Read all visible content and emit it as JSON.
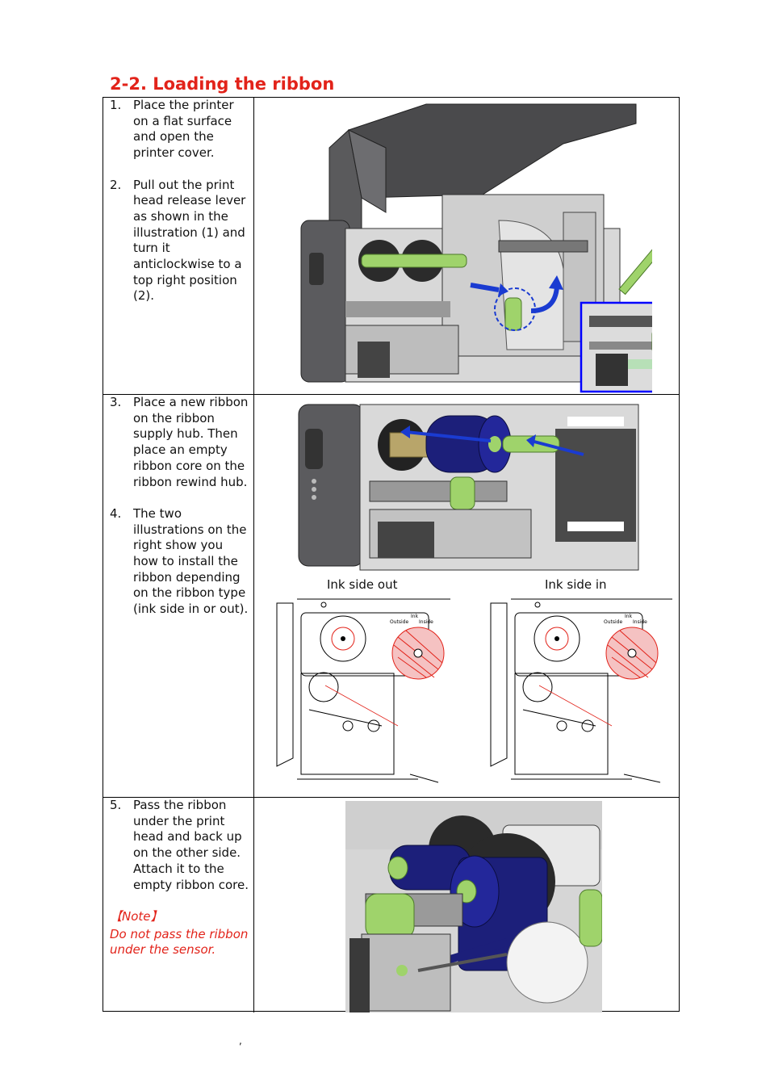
{
  "title": "2-2. Loading the ribbon",
  "row1": {
    "steps": [
      {
        "num": "1.",
        "text": "Place the printer on a flat surface and open the printer cover."
      },
      {
        "num": "2.",
        "text": "Pull out the print head release lever as shown in the illustration (1) and turn it anticlockwise to a top right position (2)."
      }
    ]
  },
  "row2": {
    "steps": [
      {
        "num": "3.",
        "text": "Place a new ribbon on the ribbon supply hub. Then place an empty ribbon core on the ribbon rewind hub."
      },
      {
        "num": "4.",
        "text": "The two illustrations on the right show you how to install the ribbon depending on the ribbon type (ink side in or out)."
      }
    ],
    "label_left": "Ink side out",
    "label_right": "Ink side in",
    "diagram_text": {
      "outside": "Outside",
      "ink": "Ink",
      "inside": "Inside"
    }
  },
  "row3": {
    "steps": [
      {
        "num": "5.",
        "text": "Pass the ribbon under the print head and back up on the other side. Attach it to the empty ribbon core."
      }
    ],
    "note_heading": "【Note】",
    "note_text": "Do not pass the ribbon under the sensor."
  },
  "footer_mark": ",",
  "colors": {
    "title": "#e2231a",
    "ribbon": "#1c1f7a",
    "accent": "#9fd36b",
    "callout": "#0000ff",
    "arrow": "#1a3bd1"
  }
}
